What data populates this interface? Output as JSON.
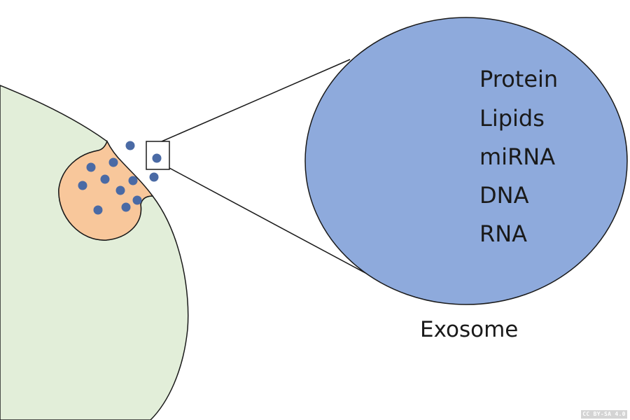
{
  "colors": {
    "cell_fill": "#e2eed9",
    "vesicle_fill": "#f8c79b",
    "exosome_fill": "#8eaadc",
    "dot_fill": "#4a6aa5",
    "outline": "#1a1a1a"
  },
  "exosome": {
    "contents": [
      "Protein",
      "Lipids",
      "miRNA",
      "DNA",
      "RNA"
    ],
    "caption": "Exosome"
  },
  "intracellular_vesicle_count": 9,
  "released_exosome_count": 3,
  "license": "CC BY-SA 4.0"
}
